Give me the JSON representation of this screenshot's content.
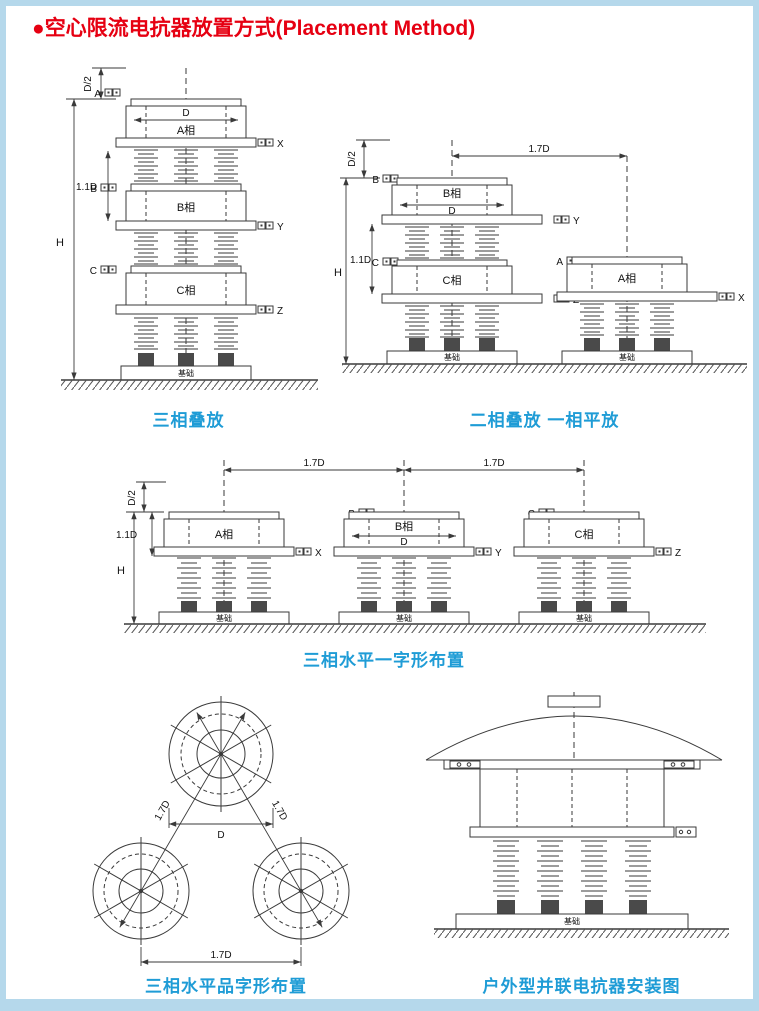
{
  "page": {
    "title_bullet": "●",
    "title": "空心限流电抗器放置方式(Placement Method)"
  },
  "captions": {
    "three_stacked": "三相叠放",
    "two_stacked_one_flat": "二相叠放 一相平放",
    "horizontal_inline": "三相水平一字形布置",
    "horizontal_triangle": "三相水平品字形布置",
    "outdoor_install": "户外型并联电抗器安装图"
  },
  "labels": {
    "phase_a": "A相",
    "phase_b": "B相",
    "phase_c": "C相",
    "a": "A",
    "b": "B",
    "c": "C",
    "x": "X",
    "y": "Y",
    "z": "Z",
    "d": "D",
    "d_half": "D/2",
    "d_1_1": "1.1D",
    "d_1_7": "1.7D",
    "h": "H",
    "foundation": "基础"
  },
  "colors": {
    "title": "#e60012",
    "caption": "#1f9cd6",
    "line": "#3a3a3a",
    "border": "#b5d8eb"
  }
}
